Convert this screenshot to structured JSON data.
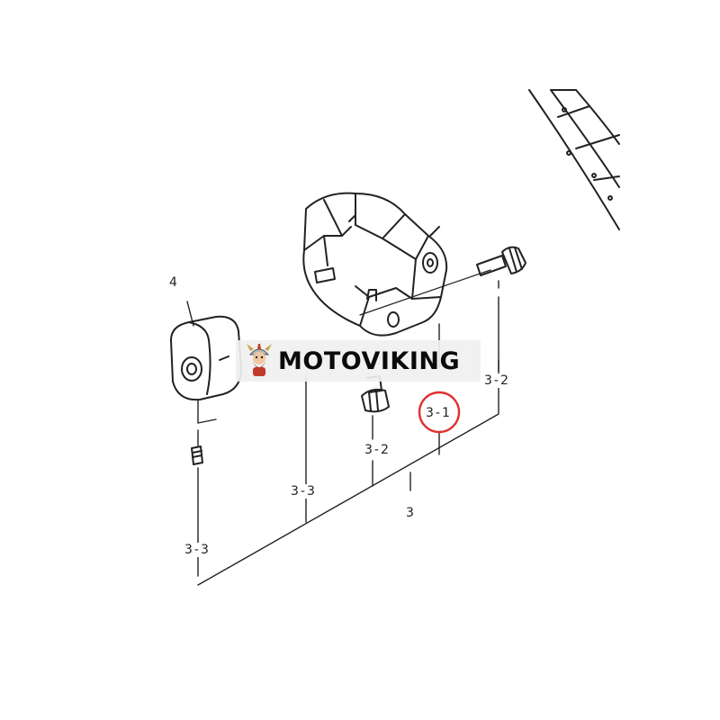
{
  "watermark": {
    "text": "MOTOVIKING"
  },
  "part_labels": {
    "p4": "4",
    "p3_2_right": "3-2",
    "p3_1": "3-1",
    "p3_2_mid": "3-2",
    "p3_3_mid": "3-3",
    "p3": "3",
    "p3_3_left": "3-3"
  },
  "highlight": {
    "target": "3-1",
    "color": "#e03030"
  },
  "colors": {
    "line": "#222222",
    "background": "#ffffff"
  }
}
